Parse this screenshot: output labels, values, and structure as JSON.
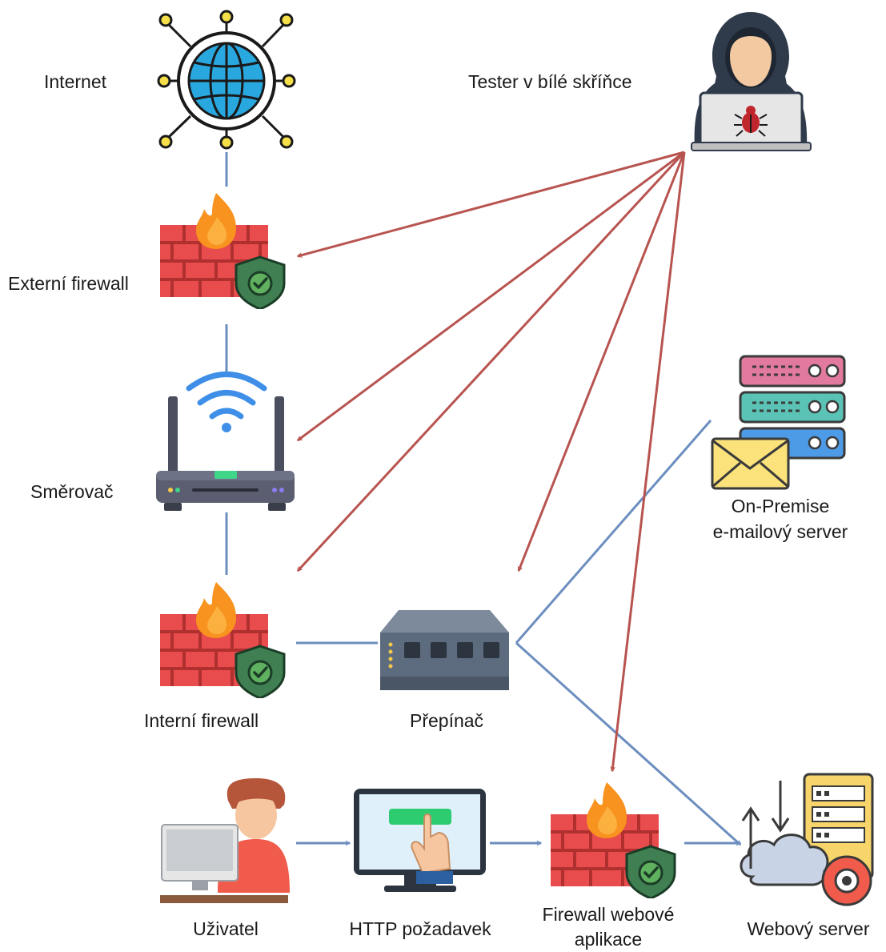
{
  "nodes": {
    "internet": {
      "label": "Internet",
      "icon": "globe-network-icon"
    },
    "tester": {
      "label": "Tester v bílé skříňce",
      "icon": "hacker-laptop-icon"
    },
    "external_firewall": {
      "label": "Externí firewall",
      "icon": "firewall-icon"
    },
    "router": {
      "label": "Směrovač",
      "icon": "wifi-router-icon"
    },
    "mail_server": {
      "label_line1": "On-Premise",
      "label_line2": "e-mailový server",
      "icon": "mail-server-icon"
    },
    "internal_firewall": {
      "label": "Interní firewall",
      "icon": "firewall-icon"
    },
    "switch": {
      "label": "Přepínač",
      "icon": "network-switch-icon"
    },
    "user": {
      "label": "Uživatel",
      "icon": "user-computer-icon"
    },
    "http_request": {
      "label": "HTTP požadavek",
      "icon": "monitor-click-icon"
    },
    "waf": {
      "label_line1": "Firewall webové",
      "label_line2": "aplikace",
      "icon": "firewall-icon"
    },
    "web_server": {
      "label": "Webový server",
      "icon": "web-server-cloud-icon"
    }
  },
  "colors": {
    "attack_arrow": "#b85450",
    "connection": "#6c8ebf",
    "brick": "#e04b4b",
    "flame": "#f7931e",
    "shield": "#4a8c5c"
  }
}
